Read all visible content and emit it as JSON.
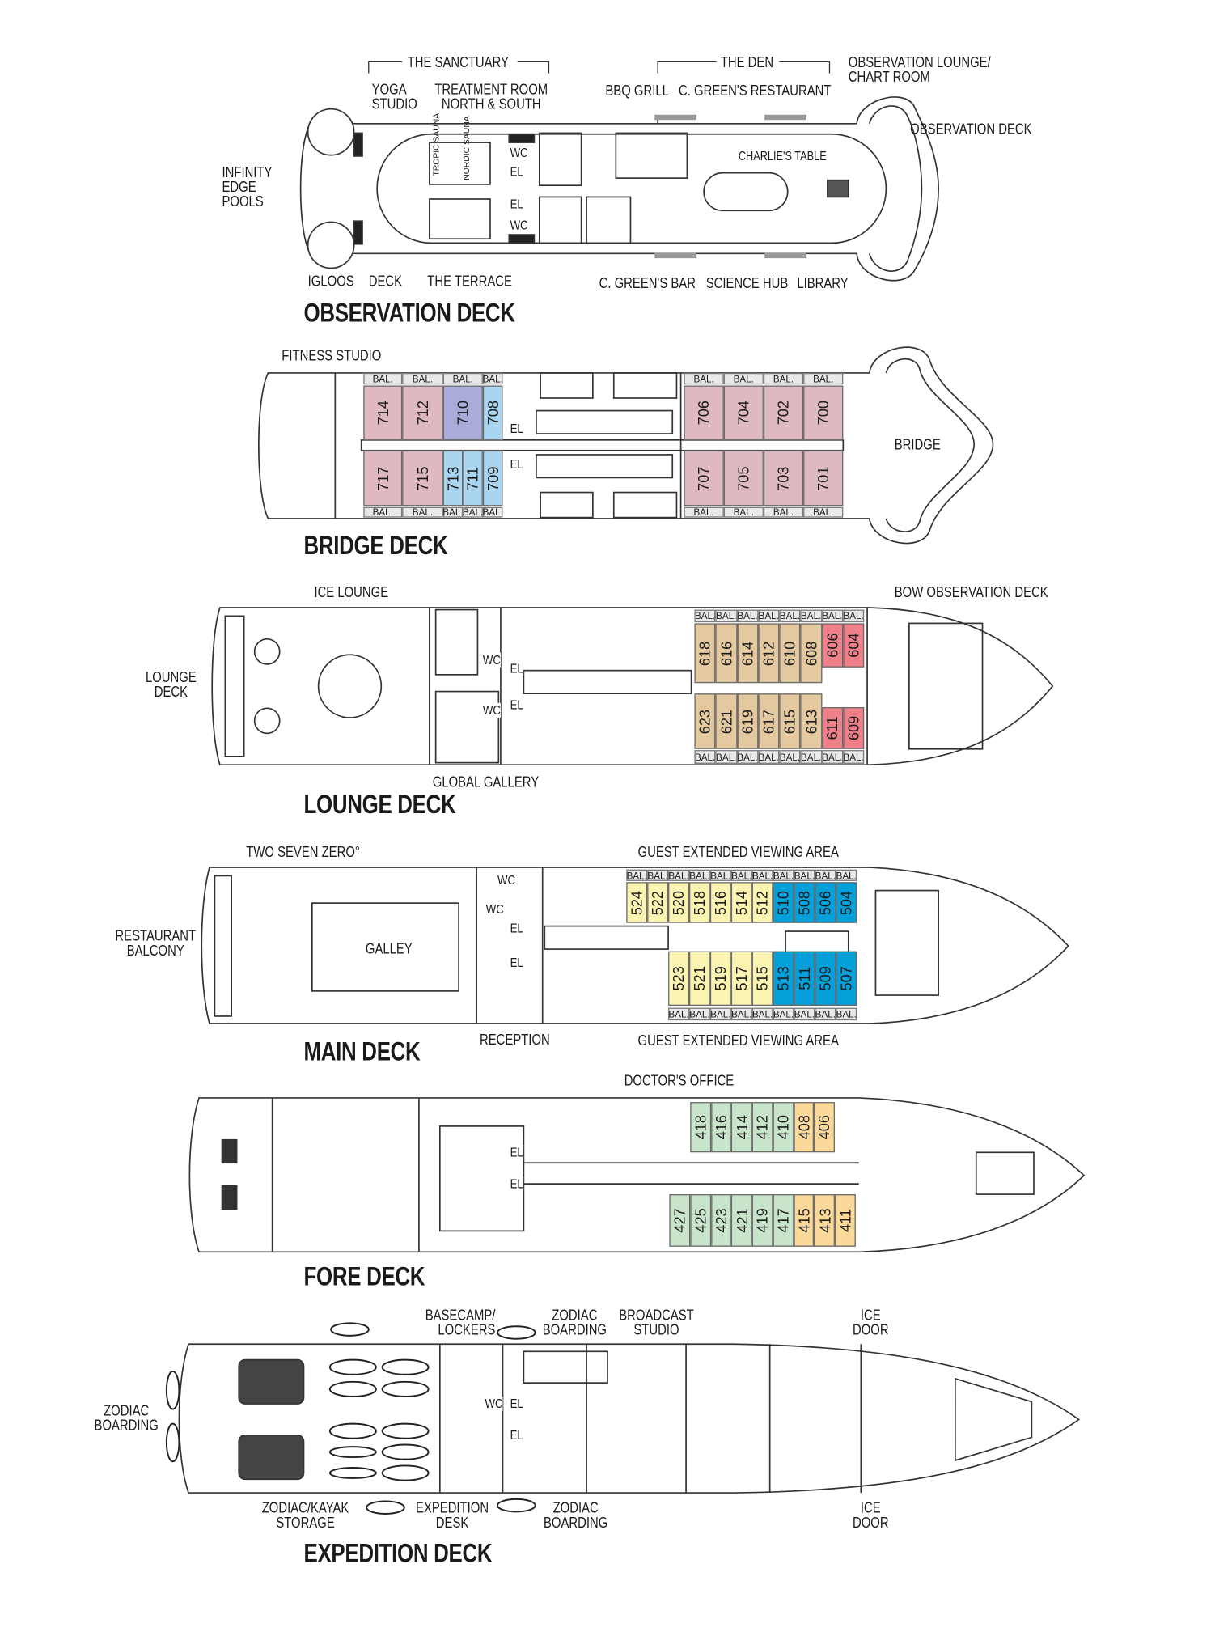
{
  "observation_deck": {
    "title": "OBSERVATION DECK",
    "sanctuary": "THE SANCTUARY",
    "yoga": [
      "YOGA",
      "STUDIO"
    ],
    "treatment": [
      "TREATMENT ROOM",
      "NORTH & SOUTH"
    ],
    "den": "THE DEN",
    "obs_lounge": [
      "OBSERVATION LOUNGE/",
      "CHART ROOM"
    ],
    "bbq": "BBQ GRILL",
    "restaurant": "C. GREEN'S RESTAURANT",
    "obs_deck_area": "OBSERVATION DECK",
    "pools": [
      "INFINITY",
      "EDGE",
      "POOLS"
    ],
    "charlies": "CHARLIE'S TABLE",
    "tropic": "TROPIC SAUNA",
    "nordic": "NORDIC SAUNA",
    "igloos": "IGLOOS",
    "deck": "DECK",
    "terrace": "THE TERRACE",
    "bar": "C. GREEN'S BAR",
    "science": "SCIENCE HUB",
    "library": "LIBRARY",
    "wc": "WC",
    "el": "EL"
  },
  "bridge_deck": {
    "title": "BRIDGE DECK",
    "fitness": "FITNESS STUDIO",
    "bridge": "BRIDGE",
    "el": "EL",
    "cabins": {
      "top_aft": [
        [
          "714",
          "pink"
        ],
        [
          "712",
          "pink"
        ],
        [
          "710",
          "purple"
        ],
        [
          "708",
          "lightblue"
        ]
      ],
      "bottom_aft": [
        [
          "717",
          "pink"
        ],
        [
          "715",
          "pink"
        ],
        [
          "713",
          "lightblue"
        ],
        [
          "711",
          "lightblue"
        ],
        [
          "709",
          "lightblue"
        ]
      ],
      "top_fwd": [
        [
          "706",
          "pink"
        ],
        [
          "704",
          "pink"
        ],
        [
          "702",
          "pink"
        ],
        [
          "700",
          "pink"
        ]
      ],
      "bottom_fwd": [
        [
          "707",
          "pink"
        ],
        [
          "705",
          "pink"
        ],
        [
          "703",
          "pink"
        ],
        [
          "701",
          "pink"
        ]
      ]
    }
  },
  "lounge_deck": {
    "title": "LOUNGE DECK",
    "ice_lounge": "ICE LOUNGE",
    "bow_obs": "BOW OBSERVATION DECK",
    "lounge_deck_area": [
      "LOUNGE",
      "DECK"
    ],
    "gallery": "GLOBAL GALLERY",
    "wc": "WC",
    "el": "EL",
    "cabins": {
      "top": [
        [
          "618",
          "tan"
        ],
        [
          "616",
          "tan"
        ],
        [
          "614",
          "tan"
        ],
        [
          "612",
          "tan"
        ],
        [
          "610",
          "tan"
        ],
        [
          "608",
          "tan"
        ],
        [
          "606",
          "red"
        ],
        [
          "604",
          "red"
        ]
      ],
      "bottom": [
        [
          "623",
          "tan"
        ],
        [
          "621",
          "tan"
        ],
        [
          "619",
          "tan"
        ],
        [
          "617",
          "tan"
        ],
        [
          "615",
          "tan"
        ],
        [
          "613",
          "tan"
        ],
        [
          "611",
          "red"
        ],
        [
          "609",
          "red"
        ]
      ]
    }
  },
  "main_deck": {
    "title": "MAIN DECK",
    "two_seven_zero": "TWO SEVEN ZERO°",
    "viewing_top": "GUEST EXTENDED VIEWING AREA",
    "viewing_bottom": "GUEST EXTENDED VIEWING AREA",
    "balcony": [
      "RESTAURANT",
      "BALCONY"
    ],
    "galley": "GALLEY",
    "reception": "RECEPTION",
    "wc": "WC",
    "el": "EL",
    "cabins": {
      "top": [
        [
          "524",
          "yellow"
        ],
        [
          "522",
          "yellow"
        ],
        [
          "520",
          "yellow"
        ],
        [
          "518",
          "yellow"
        ],
        [
          "516",
          "yellow"
        ],
        [
          "514",
          "yellow"
        ],
        [
          "512",
          "yellow"
        ],
        [
          "510",
          "blue"
        ],
        [
          "508",
          "blue"
        ],
        [
          "506",
          "blue"
        ],
        [
          "504",
          "blue"
        ]
      ],
      "bottom": [
        [
          "523",
          "yellow"
        ],
        [
          "521",
          "yellow"
        ],
        [
          "519",
          "yellow"
        ],
        [
          "517",
          "yellow"
        ],
        [
          "515",
          "yellow"
        ],
        [
          "513",
          "blue"
        ],
        [
          "511",
          "blue"
        ],
        [
          "509",
          "blue"
        ],
        [
          "507",
          "blue"
        ]
      ]
    }
  },
  "fore_deck": {
    "title": "FORE DECK",
    "doctor": "DOCTOR'S OFFICE",
    "el": "EL",
    "cabins": {
      "top": [
        [
          "418",
          "green"
        ],
        [
          "416",
          "green"
        ],
        [
          "414",
          "green"
        ],
        [
          "412",
          "green"
        ],
        [
          "410",
          "green"
        ],
        [
          "408",
          "orange"
        ],
        [
          "406",
          "orange"
        ]
      ],
      "bottom": [
        [
          "427",
          "green"
        ],
        [
          "425",
          "green"
        ],
        [
          "423",
          "green"
        ],
        [
          "421",
          "green"
        ],
        [
          "419",
          "green"
        ],
        [
          "417",
          "green"
        ],
        [
          "415",
          "orange"
        ],
        [
          "413",
          "orange"
        ],
        [
          "411",
          "orange"
        ]
      ]
    }
  },
  "expedition_deck": {
    "title": "EXPEDITION DECK",
    "basecamp": [
      "BASECAMP/",
      "LOCKERS"
    ],
    "zodiac_top": [
      "ZODIAC",
      "BOARDING"
    ],
    "broadcast": [
      "BROADCAST",
      "STUDIO"
    ],
    "ice_door_top": [
      "ICE",
      "DOOR"
    ],
    "zodiac_left": [
      "ZODIAC",
      "BOARDING"
    ],
    "kayak": [
      "ZODIAC/KAYAK",
      "STORAGE"
    ],
    "desk": [
      "EXPEDITION",
      "DESK"
    ],
    "zodiac_bottom": [
      "ZODIAC",
      "BOARDING"
    ],
    "ice_door_bottom": [
      "ICE",
      "DOOR"
    ],
    "wc": "WC",
    "el": "EL"
  },
  "balcony_label": "BAL.",
  "cabin_colors": {
    "pink": "#dfb9c1",
    "purple": "#a9acd9",
    "lightblue": "#a9d5f1",
    "tan": "#e4c9a0",
    "red": "#ef8089",
    "yellow": "#faf3b2",
    "blue": "#05a0da",
    "green": "#c8e4ca",
    "orange": "#fbd99b"
  }
}
